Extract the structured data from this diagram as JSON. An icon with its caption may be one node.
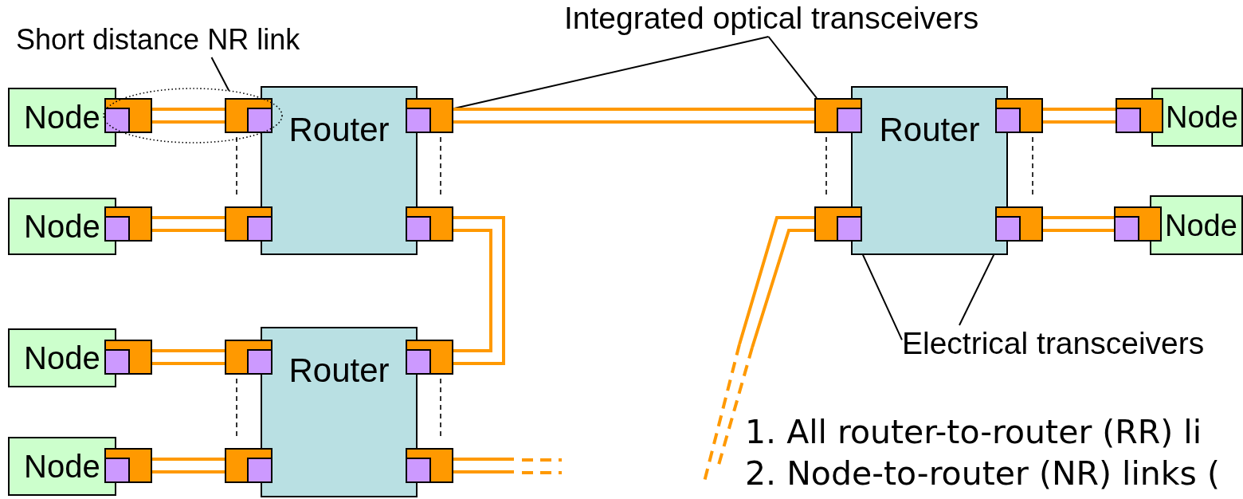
{
  "diagram": {
    "nodes": [
      {
        "text": [
          "Short distance NR link"
        ]
      },
      {
        "text": [
          "Integrated optical transceivers"
        ]
      },
      {
        "text": [],
        "shape": "ellipse"
      },
      {
        "text": [
          "Node"
        ]
      },
      {
        "text": [],
        "shape": "box",
        "in": 2
      },
      {
        "text": [
          "Router"
        ]
      },
      {
        "text": [],
        "shape": "box",
        "in": 2
      },
      {
        "text": [],
        "shape": "box"
      },
      {
        "text": [
          "Router"
        ]
      },
      {
        "text": [],
        "shape": "box"
      },
      {
        "text": [],
        "shape": "box"
      },
      {
        "text": [
          "Node"
        ]
      },
      {
        "text": [],
        "shape": "box"
      },
      {
        "text": [
          "Node"
        ]
      },
      {
        "text": [],
        "shape": "box"
      },
      {
        "text": [],
        "shape": "box"
      },
      {
        "text": [],
        "shape": "box"
      },
      {
        "text": [],
        "shape": "box"
      },
      {
        "text": [],
        "shape": "box"
      },
      {
        "text": [
          "Node"
        ]
      },
      {
        "text": [],
        "shape": "box"
      },
      {
        "text": [
          "Node"
        ]
      },
      {
        "text": [],
        "shape": "box"
      },
      {
        "text": [
          "Router"
        ]
      },
      {
        "text": [],
        "shape": "box"
      },
      {
        "text": [],
        "shape": "box"
      },
      {
        "text": [
          "Electrical transceivers"
        ]
      },
      {
        "text": [
          "Node"
        ]
      },
      {
        "text": [],
        "shape": "box"
      },
      {
        "text": [],
        "shape": "box"
      },
      {
        "text": [],
        "shape": "box"
      }
    ],
    "edges": [
      {
        "from": 0,
        "to": 2,
        "arrow": "none",
        "color": "#000000"
      },
      {
        "from": 1,
        "to": 7,
        "arrow": "none",
        "color": "#000000"
      },
      {
        "from": 1,
        "to": 9,
        "arrow": "none",
        "color": "#000000"
      },
      {
        "from": 26,
        "to": 17,
        "arrow": "none",
        "color": "#000000"
      },
      {
        "from": 26,
        "to": 18,
        "arrow": "none",
        "color": "#000000"
      },
      {
        "from": 4,
        "to": 6,
        "arrow": "none"
      },
      {
        "from": 14,
        "to": 15,
        "arrow": "none"
      },
      {
        "from": 22,
        "to": 24,
        "arrow": "none"
      },
      {
        "from": 28,
        "to": 29,
        "arrow": "none"
      },
      {
        "from": 7,
        "to": 9,
        "arrow": "none"
      },
      {
        "from": 16,
        "to": 25,
        "arrow": "none"
      },
      {
        "from": 30,
        "to": null,
        "arrow": "none"
      },
      {
        "from": 17,
        "to": null,
        "arrow": "none"
      },
      {
        "from": 10,
        "to": 12,
        "arrow": "none"
      },
      {
        "from": 18,
        "to": 20,
        "arrow": "none"
      }
    ],
    "labels": [
      "1. All router-to-router (RR) li",
      "2. Node-to-router (NR) links ("
    ]
  }
}
